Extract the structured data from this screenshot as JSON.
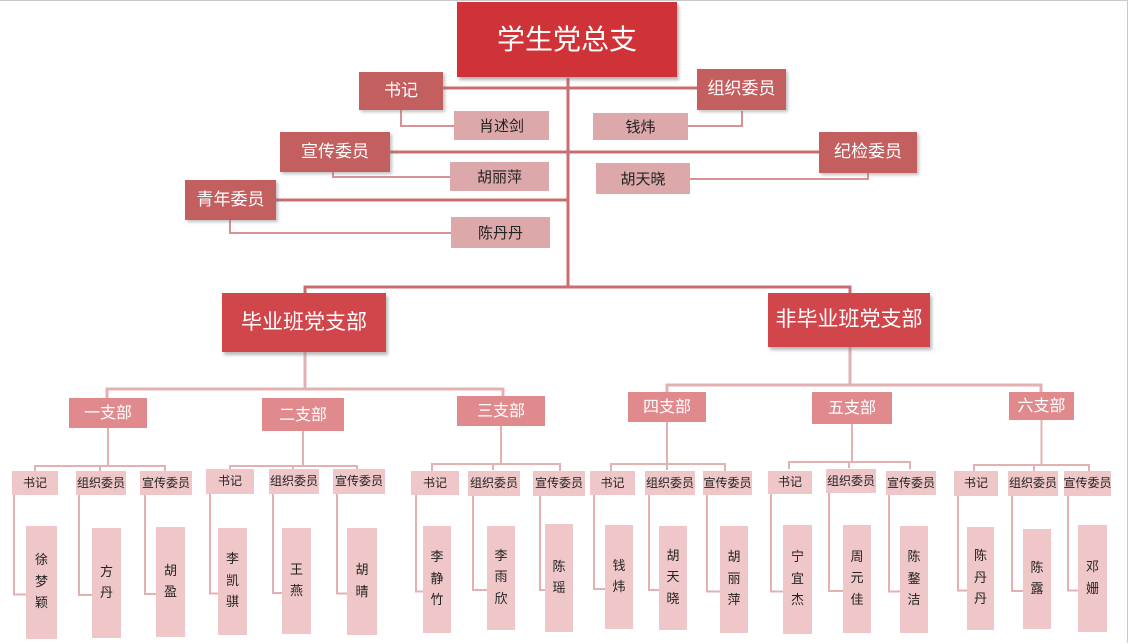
{
  "root": {
    "title": "学生党总支"
  },
  "committee": {
    "secretary": {
      "role": "书记",
      "name": "肖述剑"
    },
    "organization": {
      "role": "组织委员",
      "name": "钱炜"
    },
    "propaganda": {
      "role": "宣传委员",
      "name": "胡丽萍"
    },
    "discipline": {
      "role": "纪检委员",
      "name": "胡天晓"
    },
    "youth": {
      "role": "青年委员",
      "name": "陈丹丹"
    }
  },
  "branches": [
    {
      "title": "毕业班党支部"
    },
    {
      "title": "非毕业班党支部"
    }
  ],
  "roles": [
    "书记",
    "组织委员",
    "宣传委员"
  ],
  "sub_branches": [
    {
      "title": "一支部",
      "members": [
        "徐梦颖",
        "方丹",
        "胡盈"
      ]
    },
    {
      "title": "二支部",
      "members": [
        "李凯骐",
        "王燕",
        "胡晴"
      ]
    },
    {
      "title": "三支部",
      "members": [
        "李静竹",
        "李雨欣",
        "陈瑶"
      ]
    },
    {
      "title": "四支部",
      "members": [
        "钱炜",
        "胡天晓",
        "胡丽萍"
      ]
    },
    {
      "title": "五支部",
      "members": [
        "宁宜杰",
        "周元佳",
        "陈鍪洁"
      ]
    },
    {
      "title": "六支部",
      "members": [
        "陈丹丹",
        "陈露",
        "邓姗"
      ]
    }
  ],
  "colors": {
    "root": "#cf3338",
    "committee_role": "#c45f60",
    "committee_name": "#dda8a9",
    "branch": "#d1464b",
    "sub_branch": "#e08a8d",
    "leaf": "#f0c7c8",
    "connector": "#c96d70",
    "connector_light": "#e4b1b3"
  }
}
